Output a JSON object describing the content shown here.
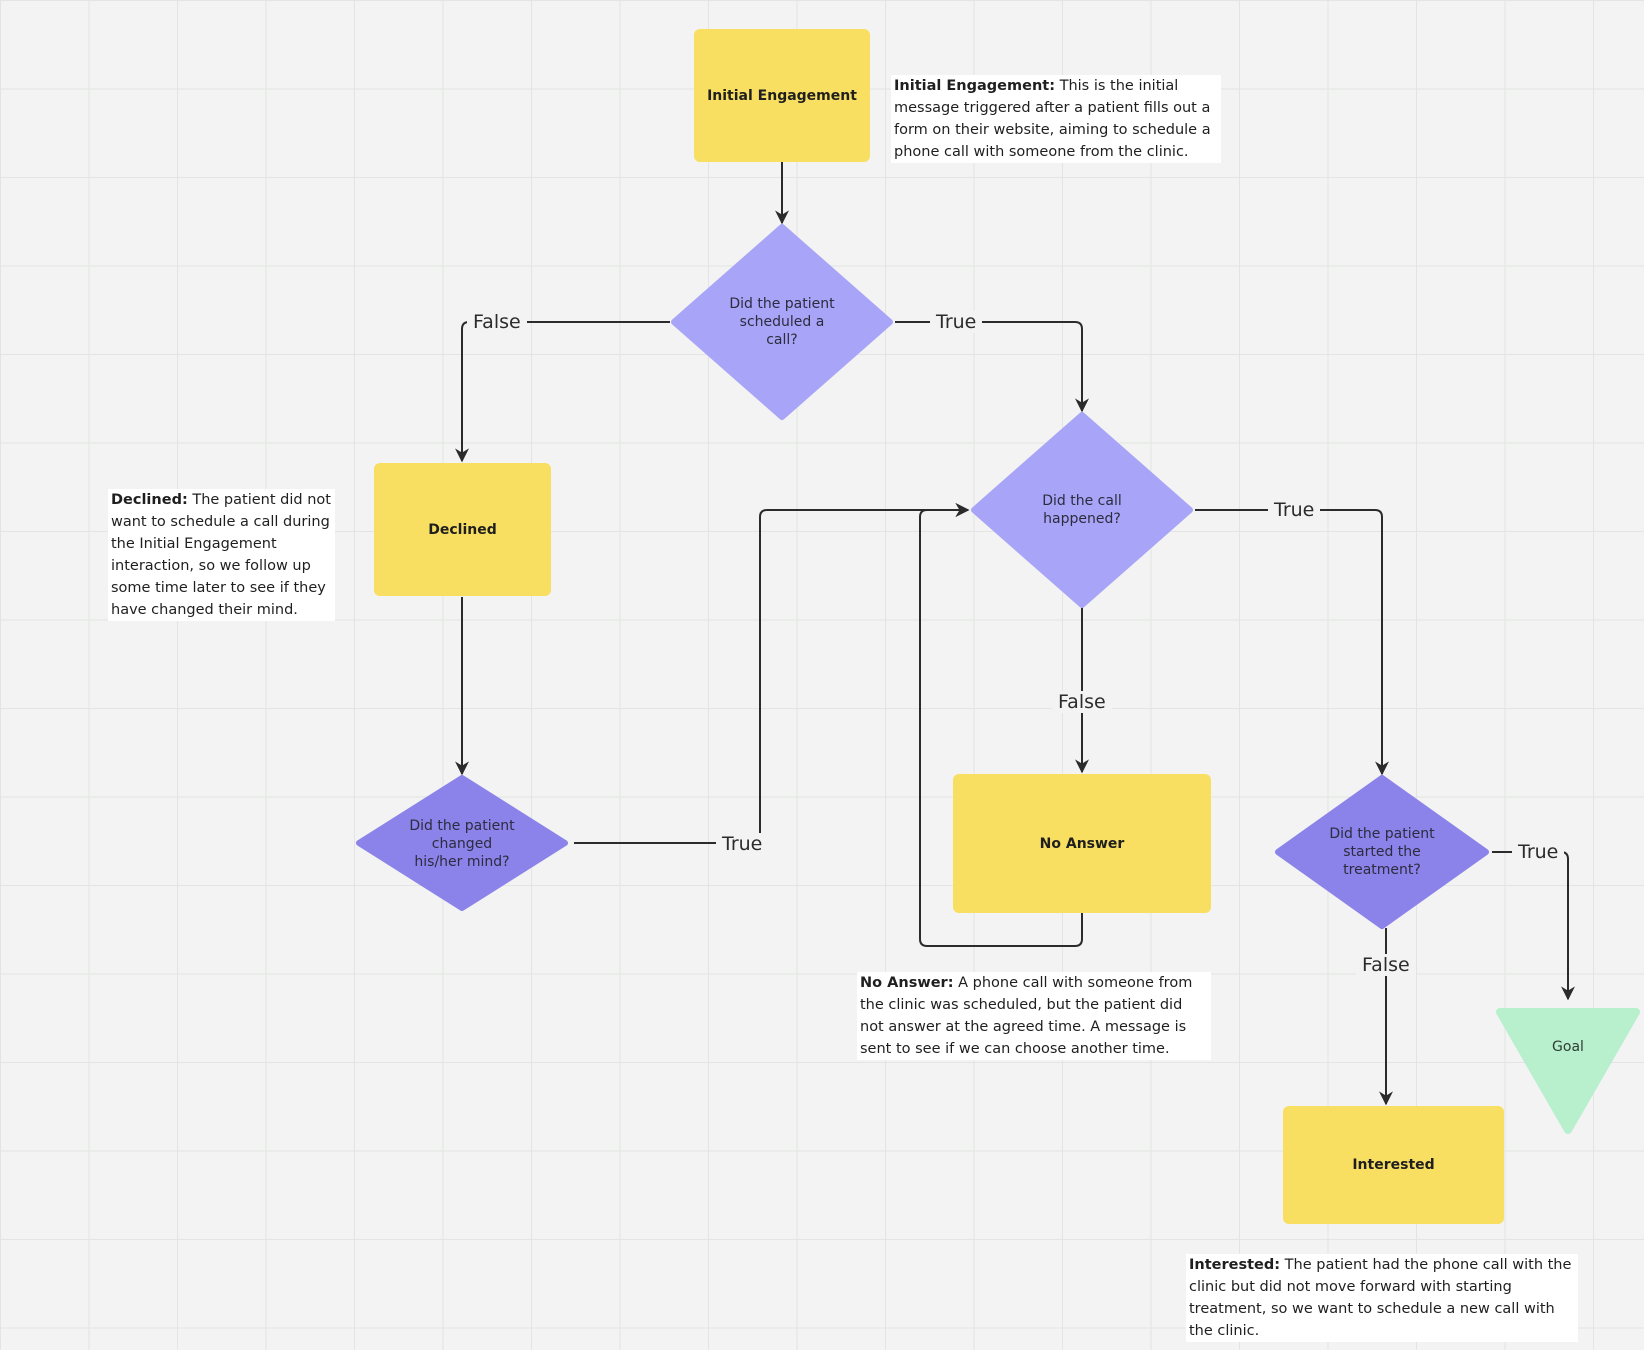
{
  "nodes": {
    "initial_engagement": "Initial Engagement",
    "declined": "Declined",
    "no_answer": "No Answer",
    "interested": "Interested",
    "goal": "Goal"
  },
  "decisions": {
    "scheduled_call": "Did the patient\nscheduled a\ncall?",
    "call_happened": "Did the call\nhappened?",
    "changed_mind": "Did the patient\nchanged\nhis/her mind?",
    "started_treatment": "Did the patient\nstarted the\ntreatment?"
  },
  "edge_labels": {
    "scheduled_false": "False",
    "scheduled_true": "True",
    "call_true": "True",
    "call_false": "False",
    "changed_true": "True",
    "treatment_true": "True",
    "treatment_false": "False"
  },
  "notes": {
    "initial_engagement": {
      "title": "Initial Engagement:",
      "body": "This is the initial message triggered after a patient fills out a form on their website, aiming to schedule a phone call with someone from the clinic."
    },
    "declined": {
      "title": "Declined:",
      "body": "The patient did not want to schedule a call during the Initial Engagement interaction, so we follow up some time later to see if they have changed their mind."
    },
    "no_answer": {
      "title": "No Answer:",
      "body": "A phone call with someone from the clinic was scheduled, but the patient did not answer at the agreed time. A message is sent to see if we can choose another time."
    },
    "interested": {
      "title": "Interested:",
      "body": "The patient had the phone call with the clinic but did not move forward with starting treatment, so we want to schedule a new call with the clinic."
    }
  },
  "colors": {
    "process": "#f8df61",
    "decision_light": "#a8a4f7",
    "decision_dark": "#8b82ea",
    "goal": "#b8efcc",
    "connector": "#2b2b2b"
  }
}
